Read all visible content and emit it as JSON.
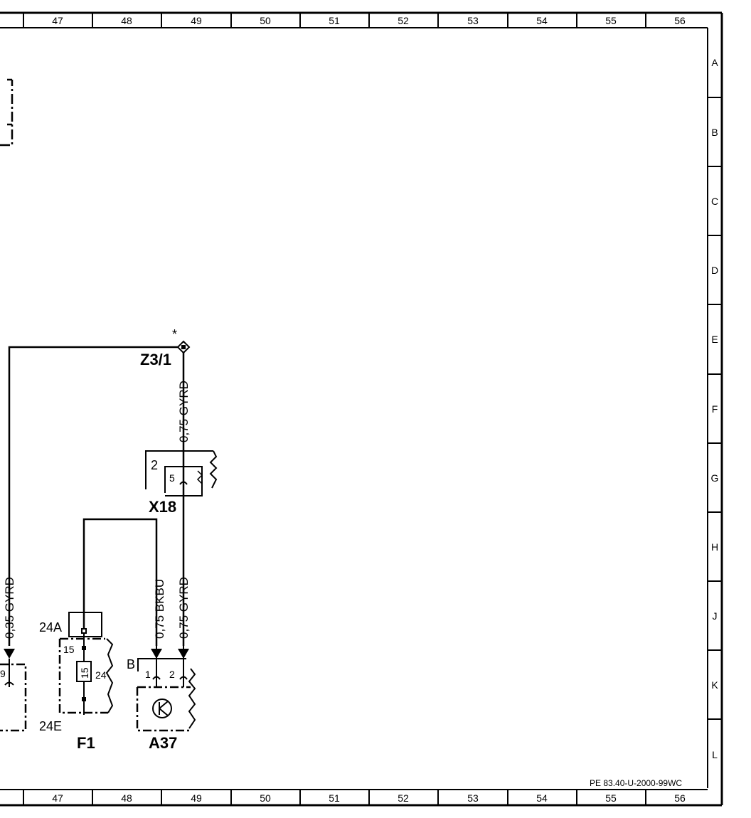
{
  "sheet": {
    "columns": [
      "47",
      "48",
      "49",
      "50",
      "51",
      "52",
      "53",
      "54",
      "55",
      "56"
    ],
    "rows": [
      "A",
      "B",
      "C",
      "D",
      "E",
      "F",
      "G",
      "H",
      "J",
      "K",
      "L"
    ],
    "document_code": "PE 83.40-U-2000-99WC"
  },
  "components": {
    "z3": {
      "label": "Z3/1",
      "marker": "*"
    },
    "x18": {
      "label": "X18",
      "pin_outer": "2",
      "pin_inner": "5"
    },
    "f1": {
      "label": "F1",
      "top_label": "24A",
      "bottom_label": "24E",
      "pin_left": "15",
      "pin_right": "24",
      "fuse_label": "15"
    },
    "a37": {
      "label": "A37",
      "pin_1": "1",
      "pin_2": "2",
      "connector_label": "B"
    }
  },
  "wires": {
    "left_wire": "0,35 GYRD",
    "z3_wire": "0,75 GYRD",
    "a37_bkbu": "0,75 BKBU",
    "a37_gyrd": "0,75 GYRD"
  },
  "partial": {
    "left_pin": "9"
  }
}
